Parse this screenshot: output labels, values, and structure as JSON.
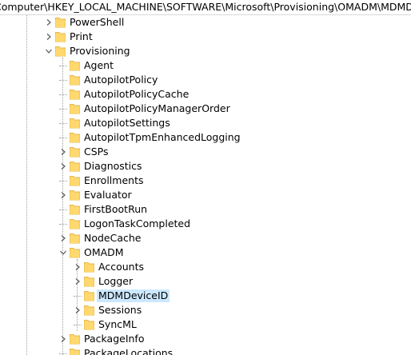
{
  "address_bar": {
    "path": "Computer\\HKEY_LOCAL_MACHINE\\SOFTWARE\\Microsoft\\Provisioning\\OMADM\\MDMDeviceID"
  },
  "tree": {
    "nodes": [
      {
        "label": "PowerShell",
        "expander": "collapsed"
      },
      {
        "label": "Print",
        "expander": "collapsed"
      },
      {
        "label": "Provisioning",
        "expander": "expanded"
      },
      {
        "label": "Agent",
        "expander": "none"
      },
      {
        "label": "AutopilotPolicy",
        "expander": "none"
      },
      {
        "label": "AutopilotPolicyCache",
        "expander": "none"
      },
      {
        "label": "AutopilotPolicyManagerOrder",
        "expander": "none"
      },
      {
        "label": "AutopilotSettings",
        "expander": "none"
      },
      {
        "label": "AutopilotTpmEnhancedLogging",
        "expander": "none"
      },
      {
        "label": "CSPs",
        "expander": "collapsed"
      },
      {
        "label": "Diagnostics",
        "expander": "collapsed"
      },
      {
        "label": "Enrollments",
        "expander": "none"
      },
      {
        "label": "Evaluator",
        "expander": "collapsed"
      },
      {
        "label": "FirstBootRun",
        "expander": "none"
      },
      {
        "label": "LogonTaskCompleted",
        "expander": "none"
      },
      {
        "label": "NodeCache",
        "expander": "collapsed"
      },
      {
        "label": "OMADM",
        "expander": "expanded"
      },
      {
        "label": "Accounts",
        "expander": "collapsed"
      },
      {
        "label": "Logger",
        "expander": "collapsed"
      },
      {
        "label": "MDMDeviceID",
        "expander": "none",
        "selected": true
      },
      {
        "label": "Sessions",
        "expander": "collapsed"
      },
      {
        "label": "SyncML",
        "expander": "none"
      },
      {
        "label": "PackageInfo",
        "expander": "collapsed"
      },
      {
        "label": "PackageLocations",
        "expander": "none"
      }
    ]
  },
  "colors": {
    "folder_fill": "#ffd86e",
    "folder_edge": "#e5b84b",
    "selection": "#cce8ff",
    "guide_line": "#a0a0a0",
    "chevron": "#5a5a5a"
  },
  "icons": {
    "folder": "folder-icon",
    "expanded": "chevron-down-icon",
    "collapsed": "chevron-right-icon"
  }
}
